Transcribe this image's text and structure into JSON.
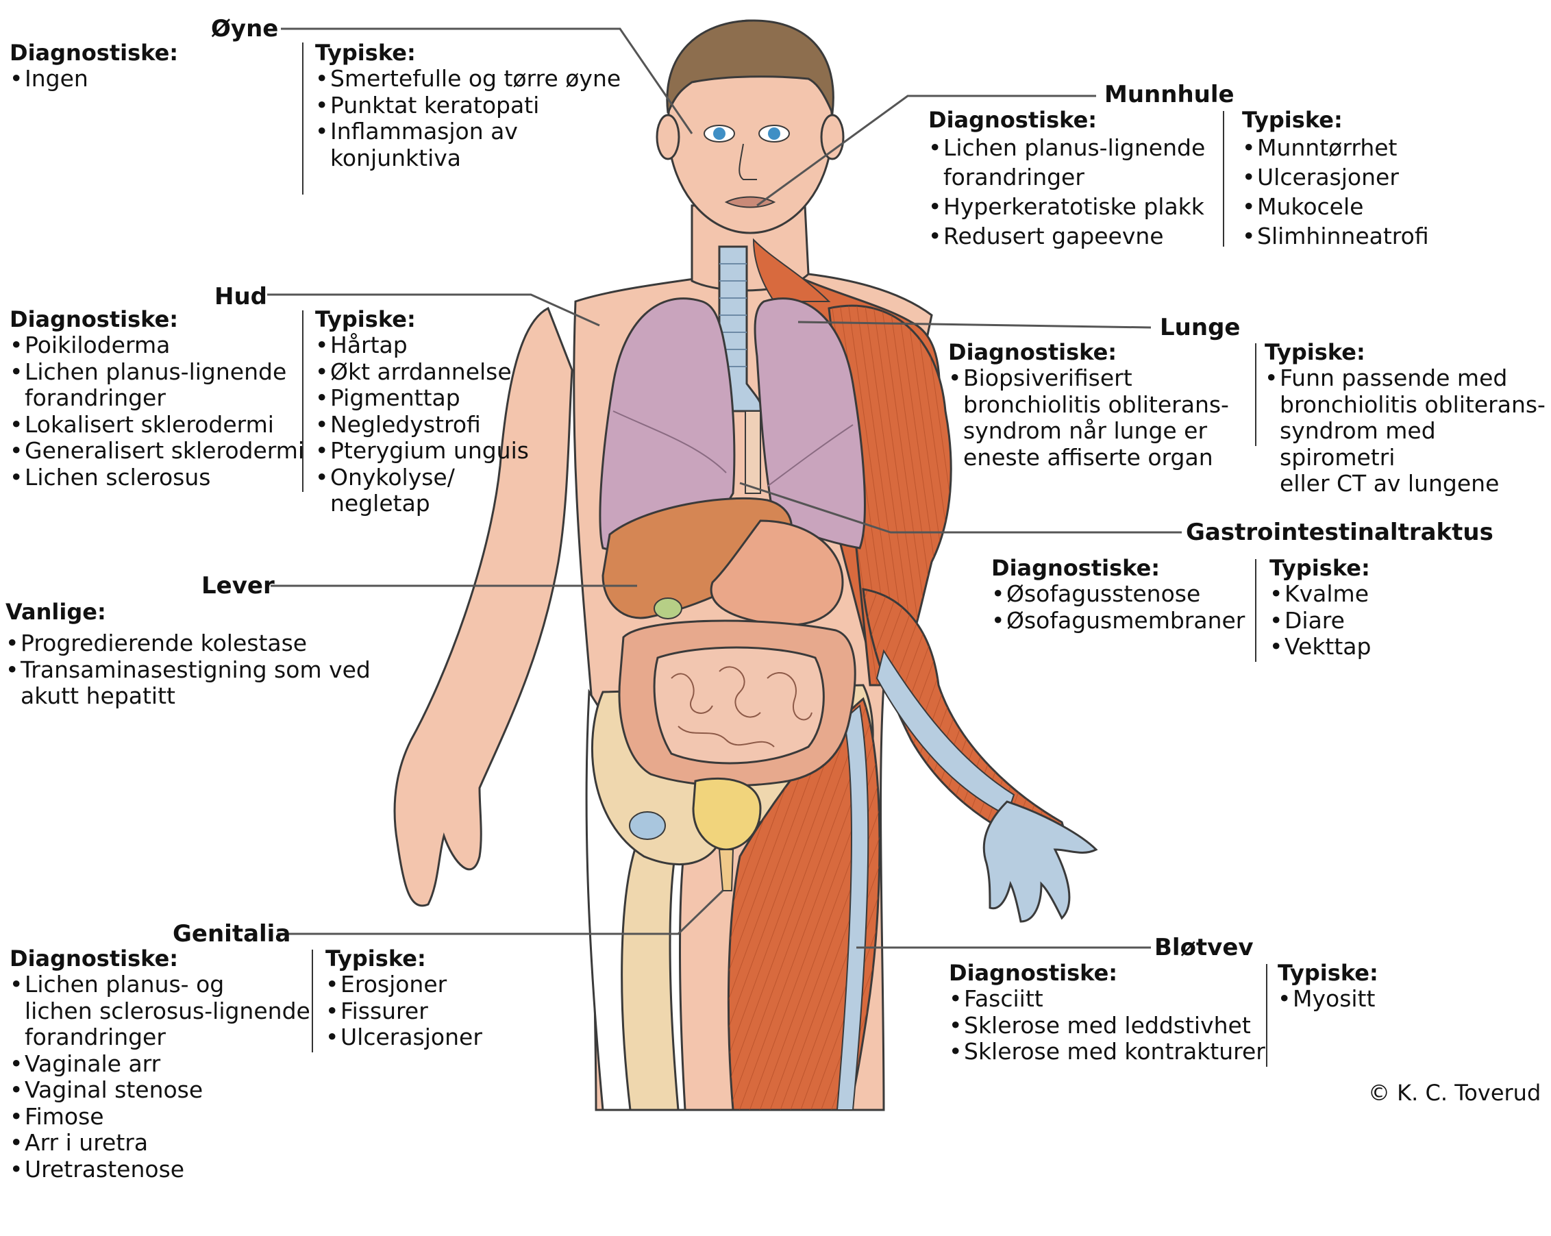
{
  "credit": "© K. C. Toverud",
  "colors": {
    "skin": "#f3c5ad",
    "muscle": "#d86a3e",
    "lung": "#c9a4bd",
    "liver": "#d58654",
    "bone": "#efd7ae",
    "trachea": "#b7cde0",
    "hair": "#8d6e4e",
    "leader_line": "#555555"
  },
  "organs": {
    "oyne": {
      "title": "Øyne",
      "diag_header": "Diagnostiske:",
      "diag": [
        "Ingen"
      ],
      "typ_header": "Typiske:",
      "typ": [
        "Smertefulle og tørre øyne",
        "Punktat keratopati",
        "Inflammasjon av\nkonjunktiva"
      ]
    },
    "munnhule": {
      "title": "Munnhule",
      "diag_header": "Diagnostiske:",
      "diag": [
        "Lichen planus-lignende\nforandringer",
        "Hyperkeratotiske plakk",
        "Redusert gapeevne"
      ],
      "typ_header": "Typiske:",
      "typ": [
        "Munntørrhet",
        "Ulcerasjoner",
        "Mukocele",
        "Slimhinneatrofi"
      ]
    },
    "hud": {
      "title": "Hud",
      "diag_header": "Diagnostiske:",
      "diag": [
        "Poikiloderma",
        "Lichen planus-lignende\nforandringer",
        "Lokalisert sklerodermi",
        "Generalisert sklerodermi",
        "Lichen sclerosus"
      ],
      "typ_header": "Typiske:",
      "typ": [
        "Hårtap",
        "Økt arrdannelse",
        "Pigmenttap",
        "Negledystrofi",
        "Pterygium unguis",
        "Onykolyse/\nnegletap"
      ]
    },
    "lunge": {
      "title": "Lunge",
      "diag_header": "Diagnostiske:",
      "diag": [
        "Biopsiverifisert\nbronchiolitis obliterans-\nsyndrom når lunge er\neneste affiserte organ"
      ],
      "typ_header": "Typiske:",
      "typ": [
        "Funn passende med\nbronchiolitis obliterans-\nsyndrom med spirometri\neller CT av lungene"
      ]
    },
    "gi": {
      "title": "Gastrointestinaltraktus",
      "diag_header": "Diagnostiske:",
      "diag": [
        "Øsofagusstenose",
        "Øsofagusmembraner"
      ],
      "typ_header": "Typiske:",
      "typ": [
        "Kvalme",
        "Diare",
        "Vekttap"
      ]
    },
    "lever": {
      "title": "Lever",
      "diag_header": "Vanlige:",
      "diag": [
        "Progredierende kolestase",
        "Transaminasestigning som ved\nakutt hepatitt"
      ]
    },
    "genitalia": {
      "title": "Genitalia",
      "diag_header": "Diagnostiske:",
      "diag": [
        "Lichen planus- og\nlichen sclerosus-lignende\nforandringer",
        "Vaginale arr",
        "Vaginal stenose",
        "Fimose",
        "Arr i uretra",
        "Uretrastenose"
      ],
      "typ_header": "Typiske:",
      "typ": [
        "Erosjoner",
        "Fissurer",
        "Ulcerasjoner"
      ]
    },
    "blotvev": {
      "title": "Bløtvev",
      "diag_header": "Diagnostiske:",
      "diag": [
        "Fasciitt",
        "Sklerose med leddstivhet",
        "Sklerose med kontrakturer"
      ],
      "typ_header": "Typiske:",
      "typ": [
        "Myositt"
      ]
    }
  }
}
